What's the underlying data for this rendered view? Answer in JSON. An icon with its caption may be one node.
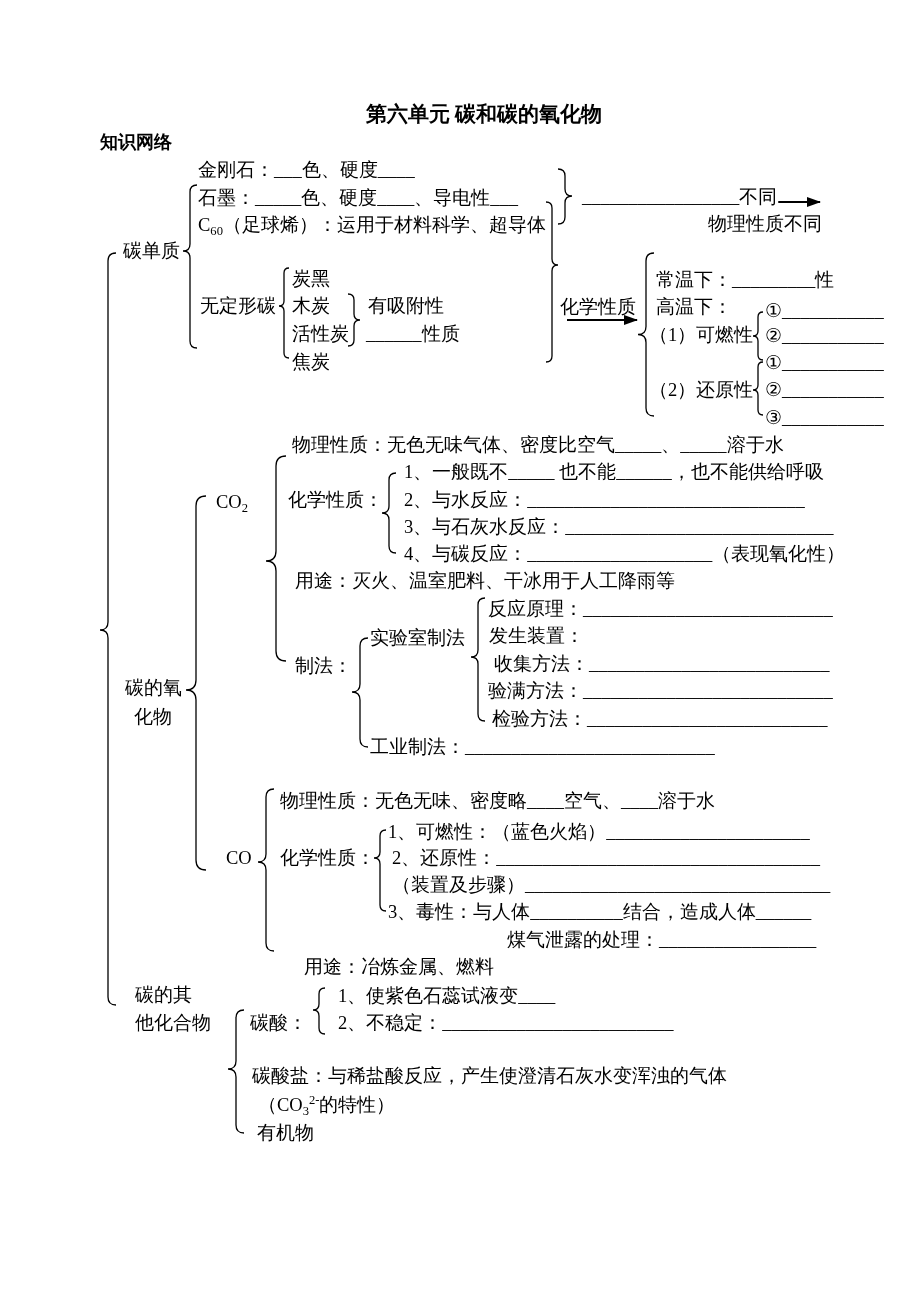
{
  "diagram": {
    "title": "第六单元 碳和碳的氧化物",
    "nodes": [
      {
        "text": [
          "_________________不同"
        ]
      },
      {
        "text": [
          "物理性质不同"
        ]
      },
      {
        "text": [
          "化学性质"
        ]
      },
      {
        "text": [],
        "shape": "brace"
      }
    ],
    "edges": [
      {
        "from": 0,
        "to": 1,
        "arrow": "to"
      },
      {
        "from": 2,
        "to": 3,
        "arrow": "to"
      }
    ],
    "labels": [
      "知识网络",
      "金刚石：___色、硬度____",
      "石墨：_____色、硬度____、导电性___",
      "C$_{60}$（足球烯）：运用于材料科学、超导体",
      "碳单质",
      "无定形碳",
      "炭黑",
      "木炭",
      "活性炭",
      "焦炭",
      "有吸附性",
      "______性质",
      "常温下：_________性",
      "高温下：",
      "（1）可燃性",
      "①___________",
      "②___________",
      "（2）还原性",
      "①___________",
      "②___________",
      "③___________",
      "物理性质：无色无味气体、密度比空气_____、_____溶于水",
      "CO$_{2}$",
      "化学性质：",
      "1、一般既不_____ 也不能______，也不能供给呼吸",
      "2、与水反应：______________________________",
      "3、与石灰水反应：_____________________________",
      "4、与碳反应：____________________（表现氧化性）",
      "用途：灭火、温室肥料、干冰用于人工降雨等",
      "反应原理：___________________________",
      "实验室制法",
      "发生装置：",
      "制法：",
      "收集方法：__________________________",
      "验满方法：___________________________",
      "检验方法：__________________________",
      "碳的氧化物",
      "工业制法：___________________________",
      "物理性质：无色无味、密度略____空气、____溶于水",
      "1、可燃性：（蓝色火焰）______________________",
      "CO",
      "化学性质：",
      "2、还原性：___________________________________",
      "（装置及步骤）_________________________________",
      "3、毒性：与人体__________结合，造成人体______",
      "煤气泄露的处理：_________________",
      "用途：冶炼金属、燃料",
      "碳的其他化合物",
      "1、使紫色石蕊试液变____",
      "碳酸：",
      "2、不稳定：_________________________",
      "碳酸盐：与稀盐酸反应，产生使澄清石灰水变浑浊的气体",
      "（CO$_{3}$$^{2-}$的特性）",
      "有机物"
    ]
  }
}
